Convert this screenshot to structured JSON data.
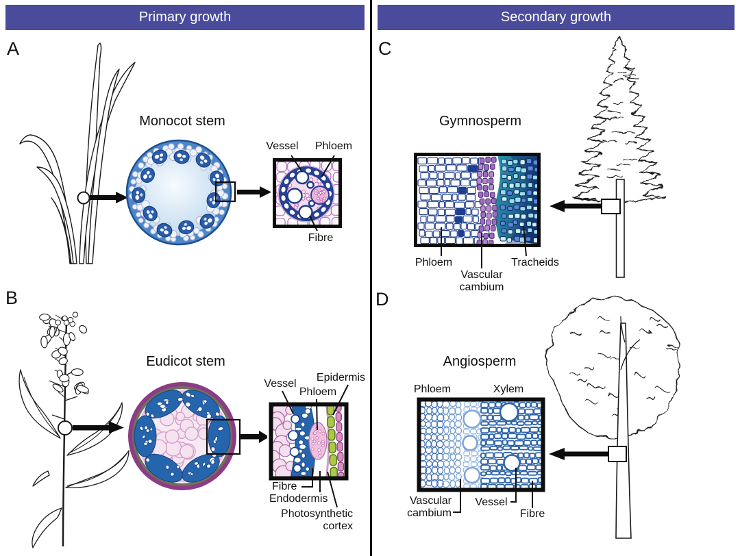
{
  "header": {
    "primary_label": "Primary growth",
    "secondary_label": "Secondary growth"
  },
  "colors": {
    "header_bg": "#4b4b9c",
    "header_text": "#ffffff",
    "divider": "#111111",
    "monocot_ring_blue": "#4d87c8",
    "bundle_navy": "#2b3f96",
    "eudicot_epidermis_magenta": "#8e3b85",
    "eudicot_gray_ring": "#70705f",
    "vascular_blue": "#2565ae",
    "phloem_pink": "#e9b6d8",
    "cambium_purple": "#9d6cc0",
    "tracheid_teal": "#1f8ba0",
    "xylem_blue": "#2e64a8",
    "cortex_green": "#abc84a"
  },
  "panel_a": {
    "letter": "A",
    "title": "Monocot stem",
    "label_vessel": "Vessel",
    "label_phloem": "Phloem",
    "label_fibre": "Fibre"
  },
  "panel_b": {
    "letter": "B",
    "title": "Eudicot stem",
    "label_vessel": "Vessel",
    "label_phloem": "Phloem",
    "label_epidermis": "Epidermis",
    "label_fibre": "Fibre",
    "label_endodermis": "Endodermis",
    "label_photosynthetic_cortex": "Photosynthetic cortex"
  },
  "panel_c": {
    "letter": "C",
    "title": "Gymnosperm",
    "label_phloem": "Phloem",
    "label_vascular_cambium": "Vascular cambium",
    "label_tracheids": "Tracheids"
  },
  "panel_d": {
    "letter": "D",
    "title": "Angiosperm",
    "label_phloem": "Phloem",
    "label_xylem": "Xylem",
    "label_vascular_cambium": "Vascular cambium",
    "label_vessel": "Vessel",
    "label_fibre": "Fibre"
  }
}
